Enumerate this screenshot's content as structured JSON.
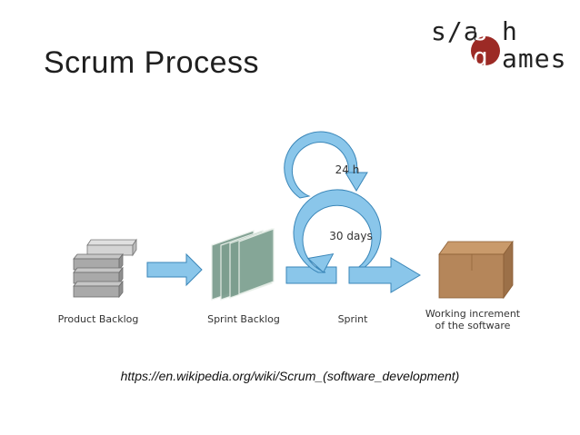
{
  "slide": {
    "title": "Scrum Process",
    "logo": {
      "line1": "s/a",
      "badge_letter": "s",
      "line1_end": "h",
      "line2": "ames",
      "badge_letter2": "g"
    },
    "url": "https://en.wikipedia.org/wiki/Scrum_(software_development)"
  },
  "diagram": {
    "labels": {
      "product_backlog": "Product Backlog",
      "sprint_backlog": "Sprint Backlog",
      "sprint": "Sprint",
      "working_increment_line1": "Working increment",
      "working_increment_line2": "of the software",
      "daily_cycle": "24 h",
      "sprint_cycle": "30 days"
    },
    "colors": {
      "arrow_fill": "#8ac6ea",
      "arrow_stroke": "#3a86b8",
      "backlog_fill": "#a9a9a9",
      "pages_fill": "#7d9e8f",
      "box_fill": "#b5865a",
      "logo_badge": "#9c2a25"
    }
  }
}
